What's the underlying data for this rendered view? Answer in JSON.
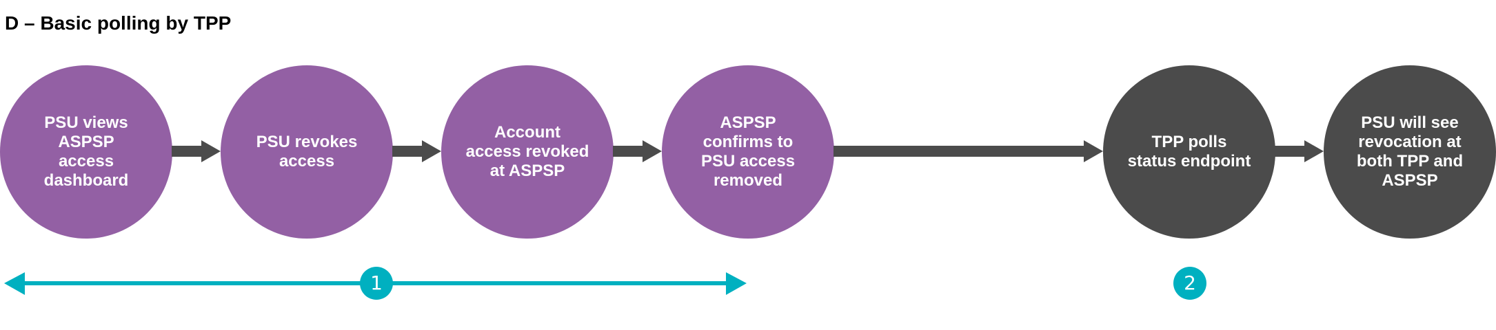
{
  "title": "D – Basic polling by TPP",
  "colors": {
    "purple": "#9360A4",
    "dark": "#4B4B4B",
    "teal": "#00B0C0"
  },
  "steps": [
    {
      "label": "PSU views\nASPSP\naccess\ndashboard",
      "color": "purple"
    },
    {
      "label": "PSU revokes\naccess",
      "color": "purple"
    },
    {
      "label": "Account\naccess revoked\nat ASPSP",
      "color": "purple"
    },
    {
      "label": "ASPSP\nconfirms to\nPSU access\nremoved",
      "color": "purple"
    },
    {
      "label": "TPP polls\nstatus endpoint",
      "color": "dark"
    },
    {
      "label": "PSU will see\nrevocation at\nboth TPP and\nASPSP",
      "color": "dark"
    }
  ],
  "phases": [
    {
      "marker": "1",
      "span": "steps 1–4"
    },
    {
      "marker": "2",
      "span": "steps 5–6"
    }
  ]
}
